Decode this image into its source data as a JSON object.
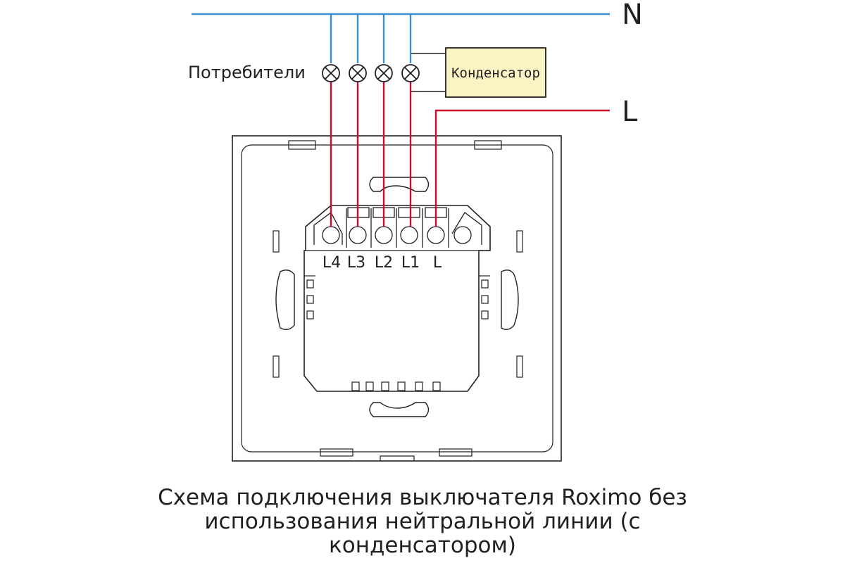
{
  "colors": {
    "neutral_wire": "#3a8fd1",
    "line_wire": "#c8102e",
    "outline": "#231f20",
    "capacitor_fill": "#fbf3c4"
  },
  "labels": {
    "neutral": "N",
    "line": "L",
    "consumers": "Потребители",
    "capacitor": "Конденсатор"
  },
  "terminals": [
    "L4",
    "L3",
    "L2",
    "L1",
    "L"
  ],
  "caption": "Схема подключения выключателя Roximo без использования нейтральной линии (с конденсатором)"
}
